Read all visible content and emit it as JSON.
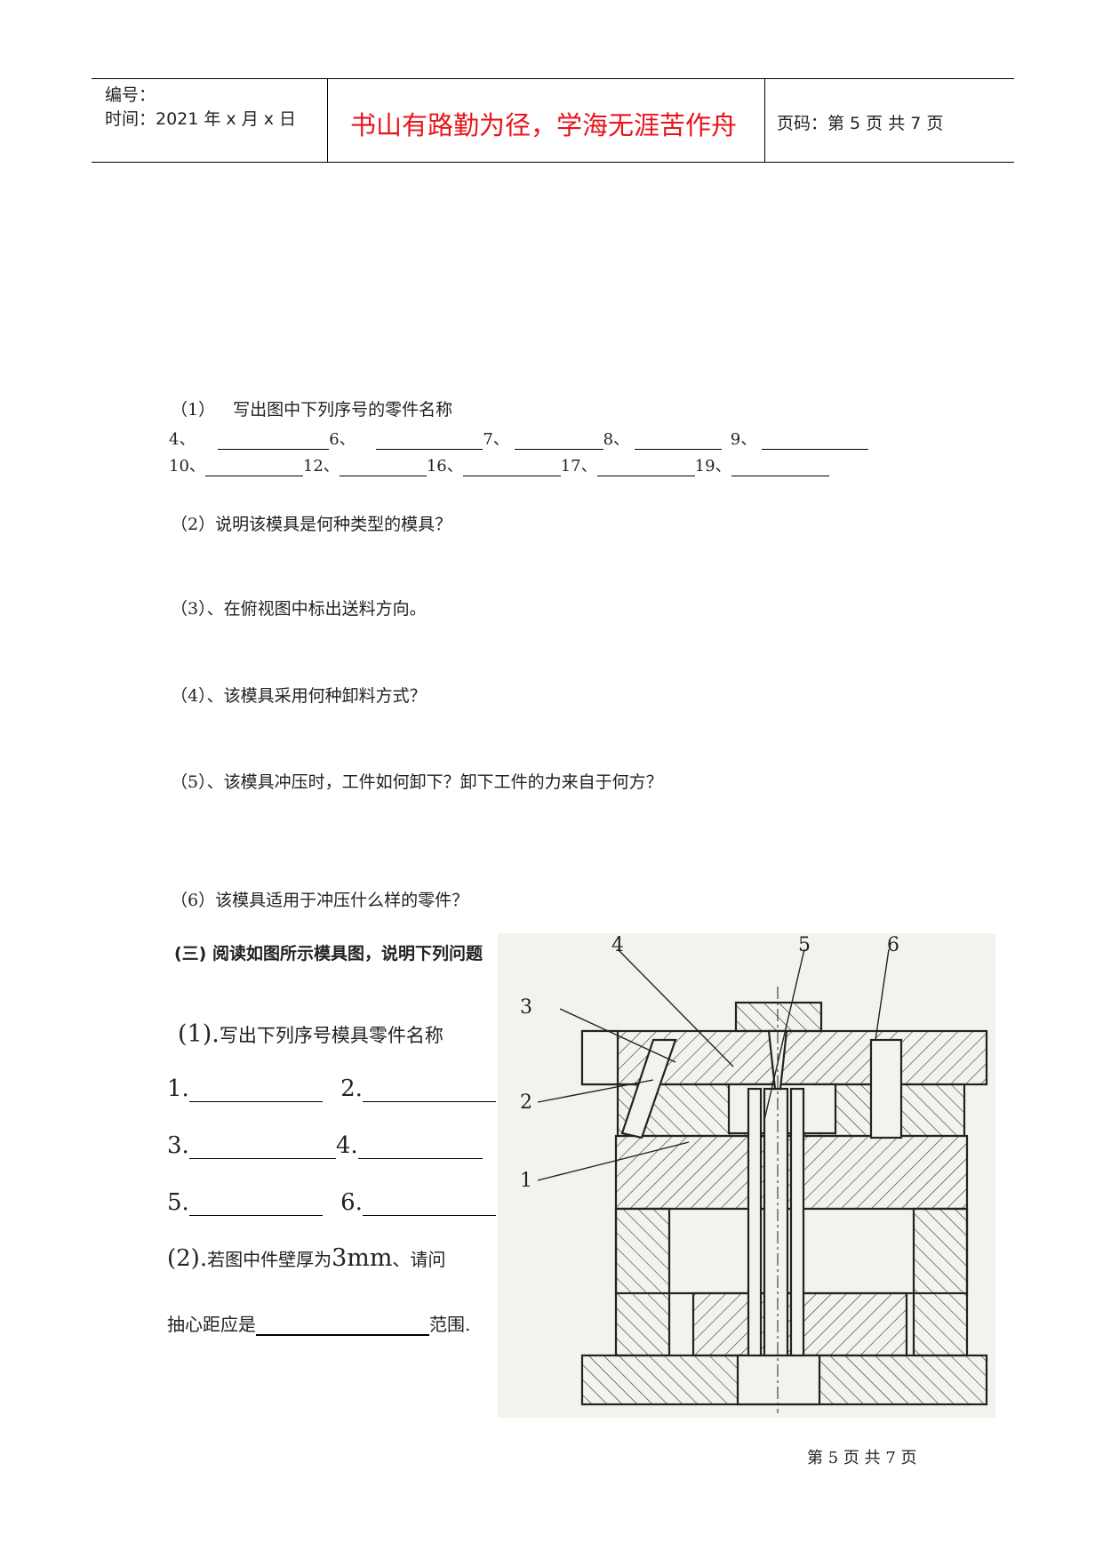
{
  "header": {
    "number_label": "编号：",
    "time_label": "时间：2021 年 x 月 x 日",
    "motto": "书山有路勤为径，学海无涯苦作舟",
    "page_label": "页码：第 5 页  共 7 页"
  },
  "section1": {
    "q1_num": "（1）",
    "q1_text": "写出图中下列序号的零件名称",
    "row1": [
      "4、",
      "6、",
      "7、",
      "8、",
      "9、"
    ],
    "row2": [
      "10、",
      "12、",
      "16、",
      "17、",
      "19、"
    ],
    "q2": "（2）说明该模具是何种类型的模具？",
    "q3": "（3）、在俯视图中标出送料方向。",
    "q4": "（4）、该模具采用何种卸料方式？",
    "q5": "（5）、该模具冲压时，工件如何卸下？卸下工件的力来自于何方？",
    "q6": "（6）该模具适用于冲压什么样的零件？"
  },
  "section3": {
    "title": "(三)  阅读如图所示模具图，说明下列问题",
    "q1_num": "(1).",
    "q1_text": "写出下列序号模具零件名称",
    "blanks": [
      "1.",
      "2.",
      "3.",
      "4.",
      "5.",
      "6."
    ],
    "q2_num": "(2).",
    "q2_text_a": "若图中件壁厚为",
    "q2_value": "3mm",
    "q2_text_b": "、请问",
    "q2_line2_a": "抽心距应是",
    "q2_line2_b": "范围."
  },
  "figure": {
    "labels": [
      "1",
      "2",
      "3",
      "4",
      "5",
      "6"
    ]
  },
  "footer": {
    "page": "第 5 页 共 7 页"
  },
  "colors": {
    "motto": "#e8141b",
    "text": "#222222"
  }
}
